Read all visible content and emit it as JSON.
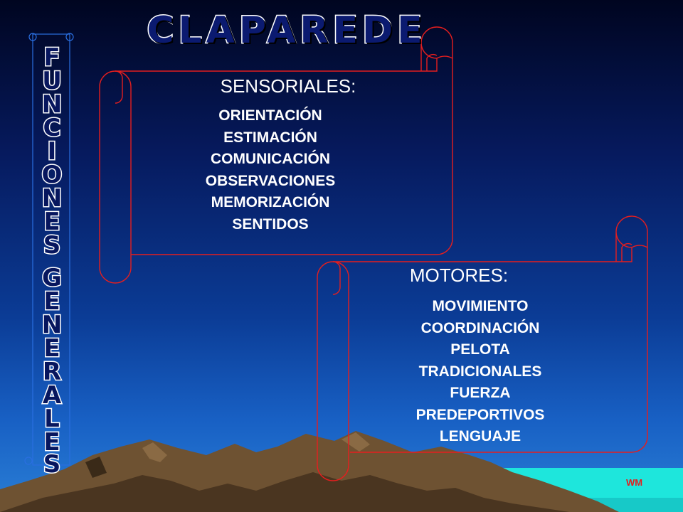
{
  "title": "CLAPAREDE",
  "vertical_text": [
    "F",
    "U",
    "N",
    "C",
    "I",
    "O",
    "N",
    "E",
    "S",
    "",
    "G",
    "E",
    "N",
    "E",
    "R",
    "A",
    "L",
    "E",
    "S"
  ],
  "scroll_sensoriales": {
    "heading": "SENSORIALES:",
    "items": [
      "ORIENTACIÓN",
      "ESTIMACIÓN",
      "COMUNICACIÓN",
      "OBSERVACIONES",
      "MEMORIZACIÓN",
      "SENTIDOS"
    ]
  },
  "scroll_motores": {
    "heading": "MOTORES:",
    "items": [
      "MOVIMIENTO",
      "COORDINACIÓN",
      "PELOTA",
      "TRADICIONALES",
      "FUERZA",
      "PREDEPORTIVOS",
      "LENGUAJE"
    ]
  },
  "watermark": "WM",
  "colors": {
    "scroll_outline": "#e51e1e",
    "title_fill": "#0b1a70",
    "text": "#ffffff",
    "mountain": "#6e5232",
    "sea": "#1ee6dc"
  }
}
